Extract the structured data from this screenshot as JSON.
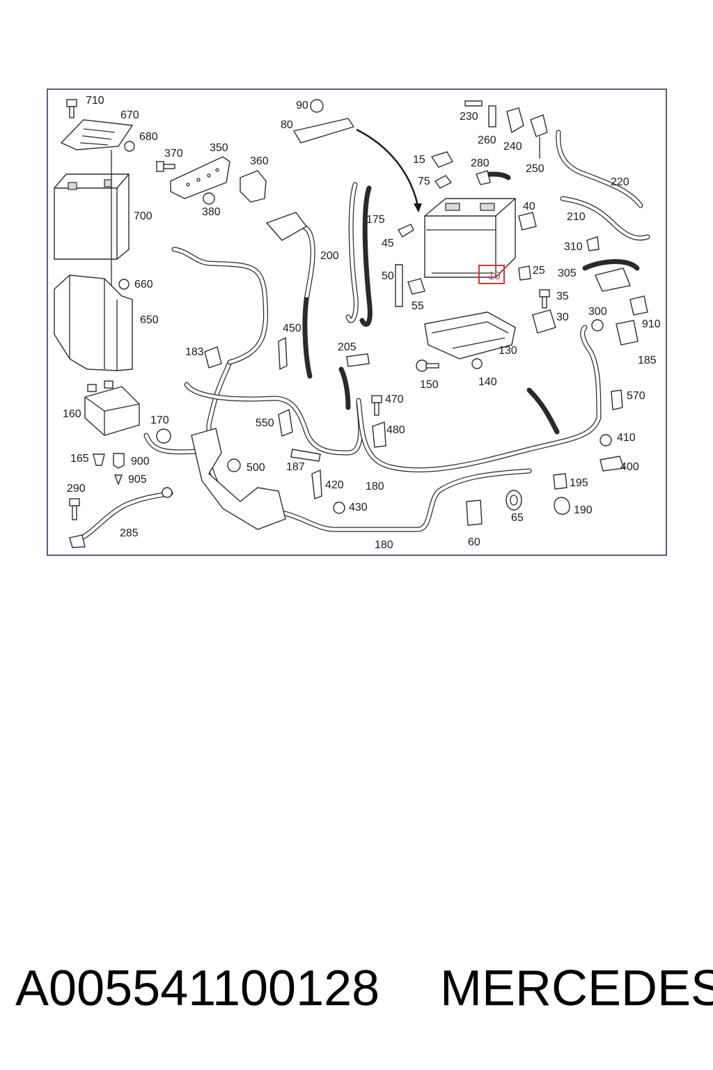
{
  "diagram": {
    "highlight_color": "#e03030",
    "highlighted_callout": "10",
    "callouts": {
      "c710": "710",
      "c670": "670",
      "c680": "680",
      "c700": "700",
      "c660": "660",
      "c650": "650",
      "c160": "160",
      "c170": "170",
      "c165": "165",
      "c900": "900",
      "c905": "905",
      "c290": "290",
      "c285": "285",
      "c370": "370",
      "c350": "350",
      "c360": "360",
      "c380": "380",
      "c90": "90",
      "c80": "80",
      "c175": "175",
      "c200": "200",
      "c183": "183",
      "c450": "450",
      "c205": "205",
      "c550": "550",
      "c187": "187",
      "c500": "500",
      "c420": "420",
      "c430": "430",
      "c180a": "180",
      "c180b": "180",
      "c470": "470",
      "c480": "480",
      "c45": "45",
      "c50": "50",
      "c55": "55",
      "c15": "15",
      "c75": "75",
      "c230": "230",
      "c260": "260",
      "c240": "240",
      "c250": "250",
      "c280": "280",
      "c220": "220",
      "c210": "210",
      "c40": "40",
      "c10": "10",
      "c25": "25",
      "c35": "35",
      "c30": "30",
      "c310": "310",
      "c305": "305",
      "c300": "300",
      "c910": "910",
      "c185": "185",
      "c130": "130",
      "c150": "150",
      "c140": "140",
      "c570": "570",
      "c410": "410",
      "c400": "400",
      "c195": "195",
      "c190": "190",
      "c65": "65",
      "c60": "60"
    }
  },
  "caption": {
    "part_number": "A005541100128",
    "brand": "MERCEDES"
  }
}
